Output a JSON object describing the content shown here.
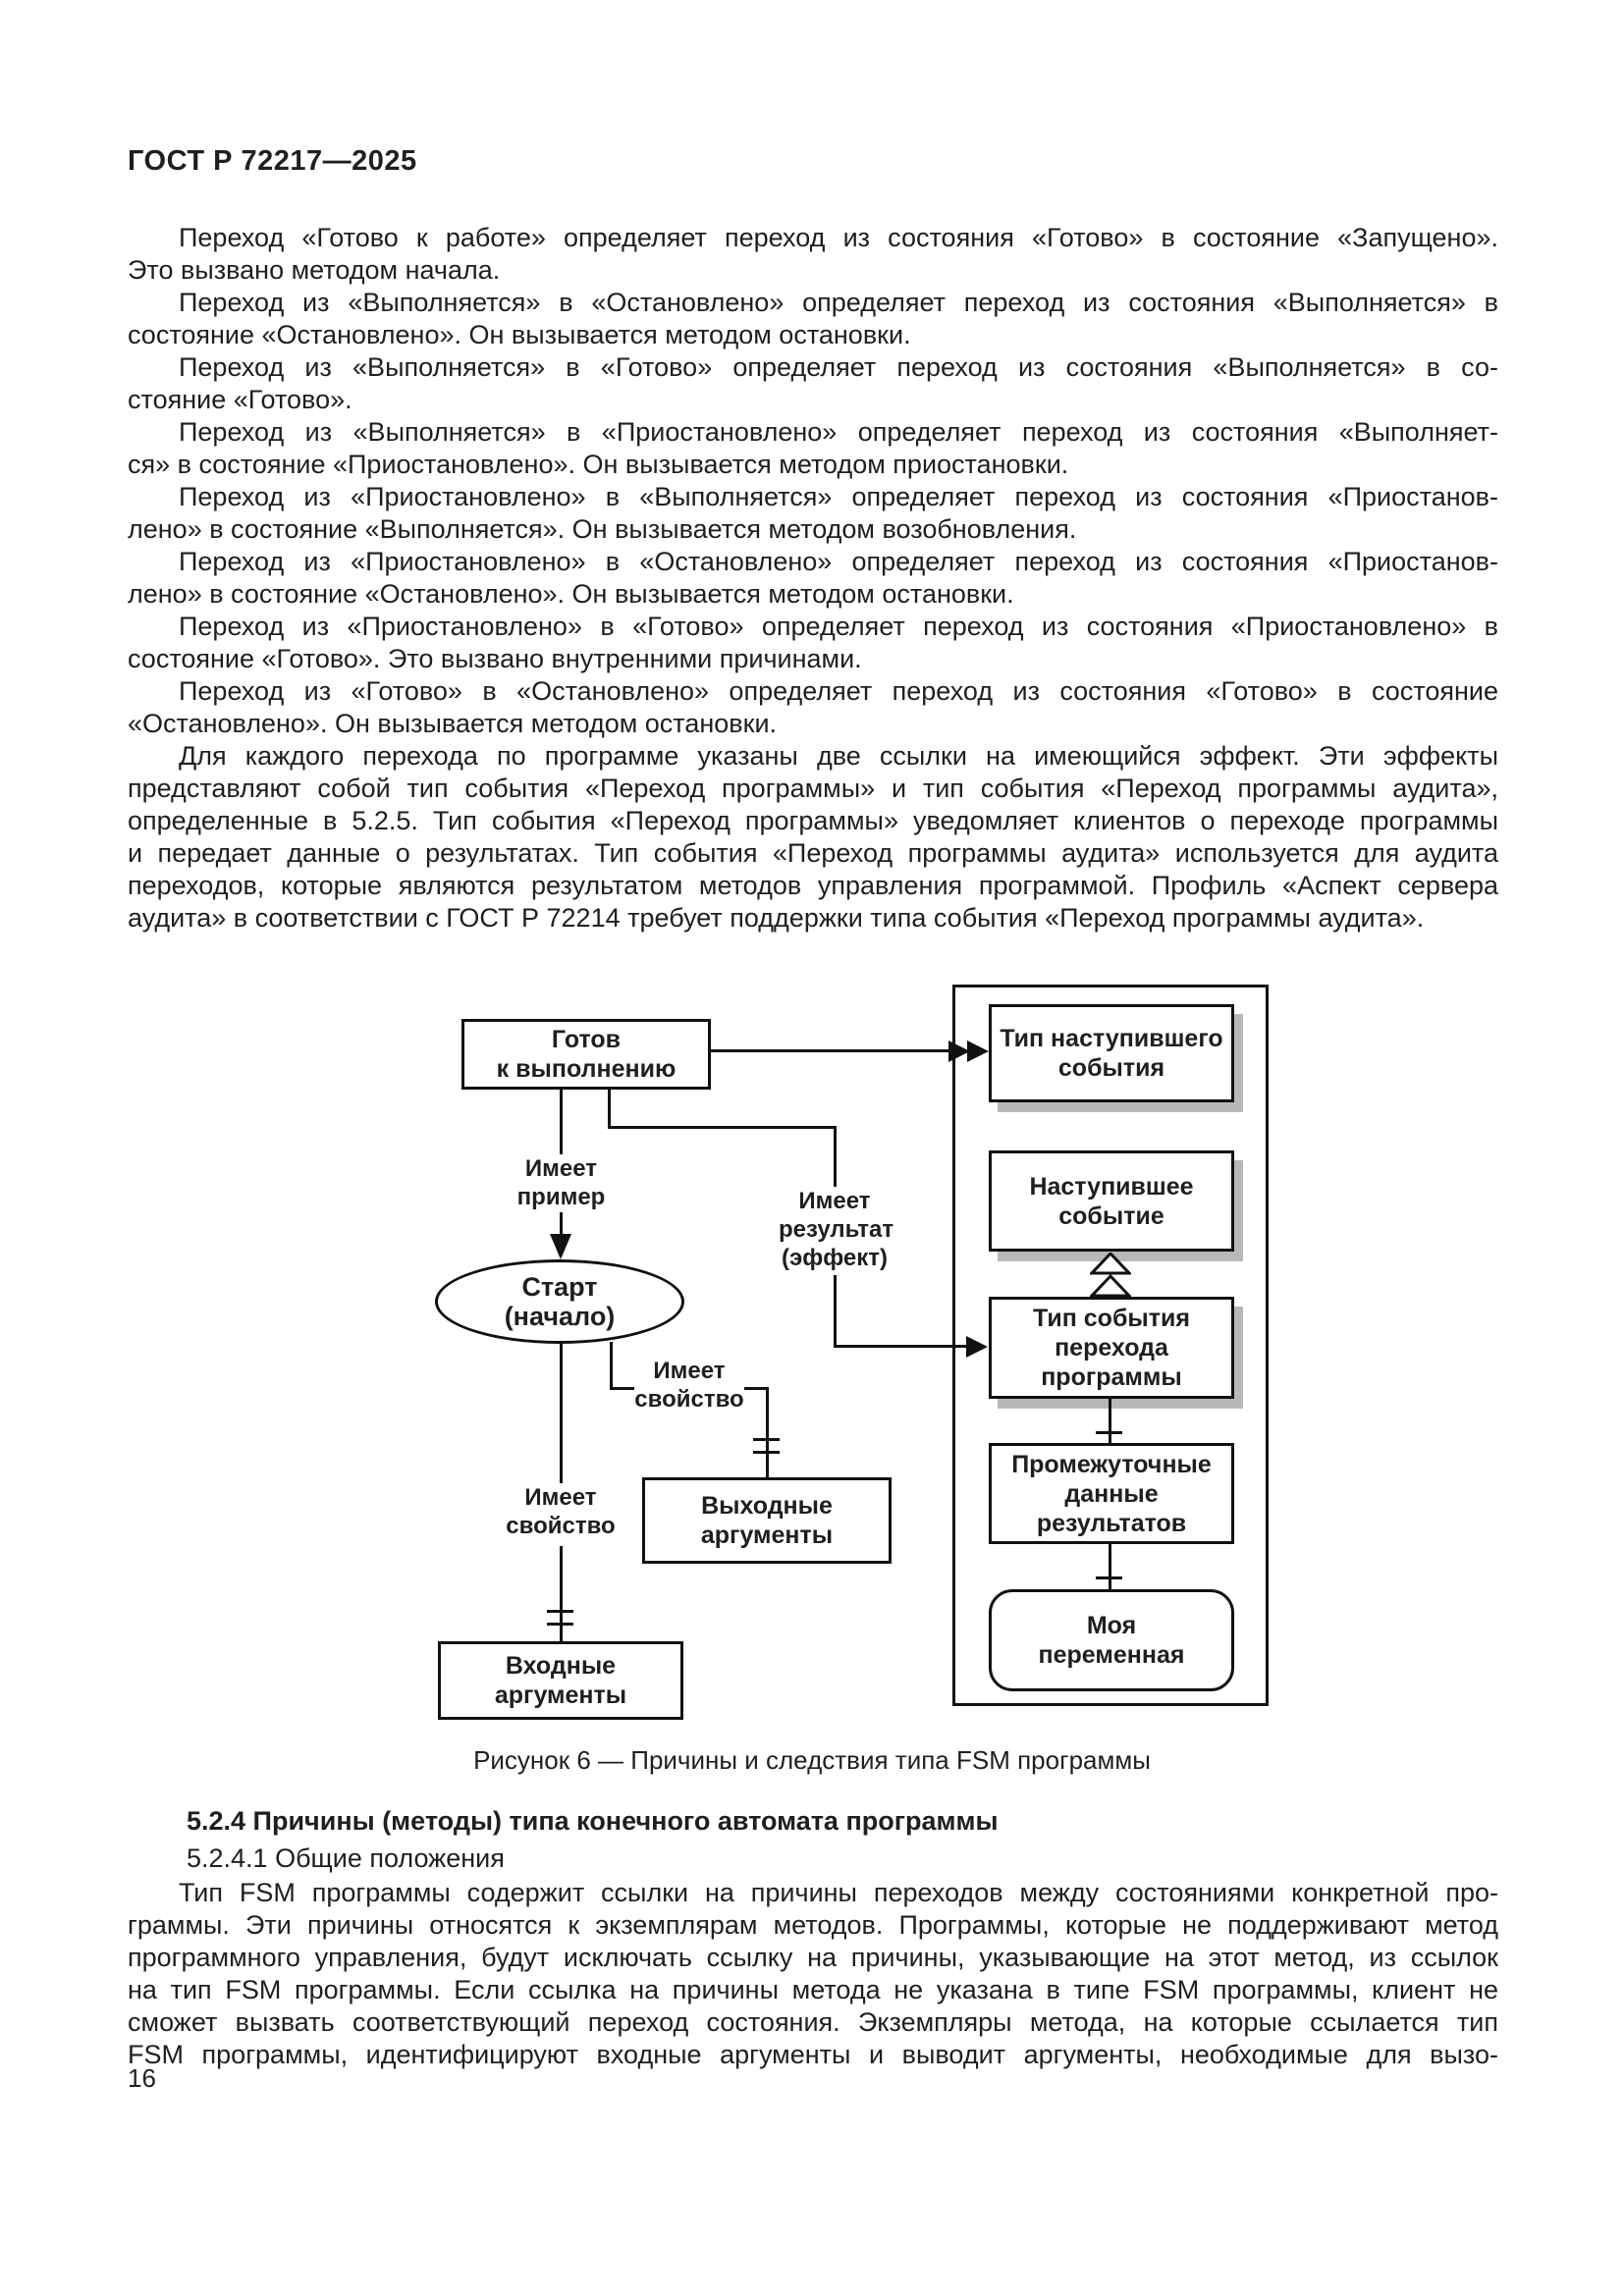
{
  "page": {
    "header": "ГОСТ Р 72217—2025",
    "page_number": "16",
    "figure_caption": "Рисунок 6 — Причины и следствия типа FSM программы"
  },
  "body_paragraphs": [
    {
      "lines": [
        "Переход «Готово к работе» определяет переход из состояния «Готово» в состояние «Запущено».",
        "Это вызвано методом начала."
      ]
    },
    {
      "lines": [
        "Переход из «Выполняется» в «Остановлено» определяет переход из состояния «Выполняется» в",
        "состояние «Остановлено». Он вызывается методом остановки."
      ]
    },
    {
      "lines": [
        "Переход из «Выполняется» в «Готово» определяет переход из состояния «Выполняется» в со-",
        "стояние «Готово»."
      ]
    },
    {
      "lines": [
        "Переход из «Выполняется» в «Приостановлено» определяет переход из состояния «Выполняет-",
        "ся» в состояние «Приостановлено». Он вызывается методом приостановки."
      ]
    },
    {
      "lines": [
        "Переход из «Приостановлено» в «Выполняется» определяет переход из состояния «Приостанов-",
        "лено» в состояние «Выполняется». Он вызывается методом возобновления."
      ]
    },
    {
      "lines": [
        "Переход из «Приостановлено» в «Остановлено» определяет переход из состояния «Приостанов-",
        "лено» в состояние «Остановлено». Он вызывается методом остановки."
      ]
    },
    {
      "lines": [
        "Переход из «Приостановлено» в «Готово» определяет переход из состояния «Приостановлено» в",
        "состояние «Готово». Это вызвано внутренними причинами."
      ]
    },
    {
      "lines": [
        "Переход из «Готово» в «Остановлено» определяет переход из состояния «Готово» в состояние",
        "«Остановлено». Он вызывается методом остановки."
      ]
    },
    {
      "lines": [
        "Для каждого перехода по программе указаны две ссылки на имеющийся эффект. Эти эффекты",
        "представляют собой тип события «Переход программы» и тип события «Переход программы аудита»,",
        "определенные в 5.2.5. Тип события «Переход программы» уведомляет клиентов о переходе программы",
        "и передает данные о результатах. Тип события «Переход программы аудита» используется для аудита",
        "переходов, которые являются результатом методов управления программой. Профиль «Аспект сервера",
        "аудита» в соответствии с ГОСТ Р 72214 требует поддержки типа события «Переход программы аудита»."
      ]
    }
  ],
  "section": {
    "heading": "5.2.4  Причины (методы) типа конечного автомата программы",
    "subheading": "5.2.4.1  Общие положения",
    "paragraph_lines": [
      "Тип FSM программы содержит ссылки на причины переходов между состояниями конкретной про-",
      "граммы. Эти причины относятся к экземплярам методов. Программы, которые не поддерживают метод",
      "программного управления, будут исключать ссылку на причины, указывающие на этот метод, из ссылок",
      "на тип FSM программы. Если ссылка на причины метода не указана в типе FSM программы, клиент не",
      "сможет вызвать соответствующий переход состояния. Экземпляры метода, на которые ссылается тип",
      "FSM программы, идентифицируют входные аргументы и выводит аргументы, необходимые для вызо-"
    ]
  },
  "diagram": {
    "nodes": {
      "ready": "Готов\nк выполнению",
      "start": "Старт\n(начало)",
      "occurred_event_type": "Тип наступившего\nсобытия",
      "occurred_event": "Наступившее\nсобытие",
      "program_transition_event_type": "Тип события\nперехода\nпрограммы",
      "intermediate_results": "Промежуточные\nданные\nрезультатов",
      "my_variable": "Моя\nпеременная",
      "output_arguments": "Выходные\nаргументы",
      "input_arguments": "Входные\nаргументы"
    },
    "edge_labels": {
      "has_example": "Имеет\nпример",
      "has_result": "Имеет\nрезультат\n(эффект)",
      "has_property_left": "Имеет\nсвойство",
      "has_property_right": "Имеет\nсвойство"
    }
  },
  "colors": {
    "background": "#ffffff",
    "text": "#1f1f1f",
    "line": "#111111",
    "shadow": "#b8b8b8"
  }
}
